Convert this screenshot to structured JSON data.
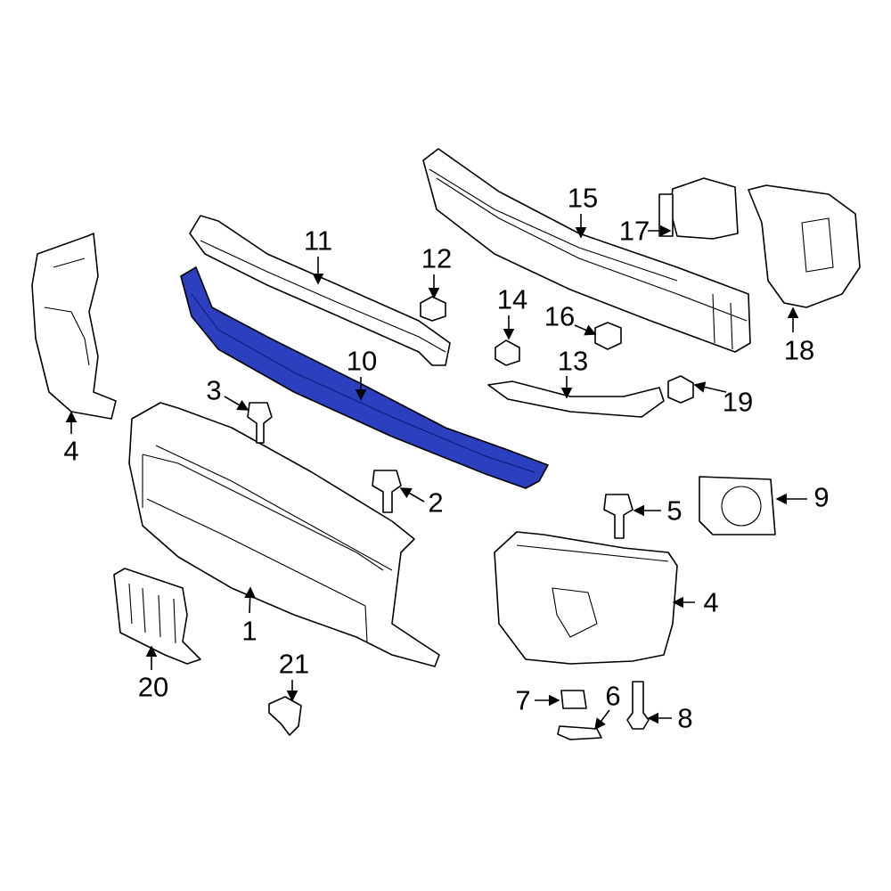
{
  "diagram": {
    "highlight_color": "#2b3fbf",
    "highlighted_part": "10",
    "callouts": [
      "1",
      "2",
      "3",
      "4",
      "4",
      "5",
      "6",
      "7",
      "8",
      "9",
      "10",
      "11",
      "12",
      "13",
      "14",
      "15",
      "16",
      "17",
      "18",
      "19",
      "20",
      "21"
    ]
  }
}
